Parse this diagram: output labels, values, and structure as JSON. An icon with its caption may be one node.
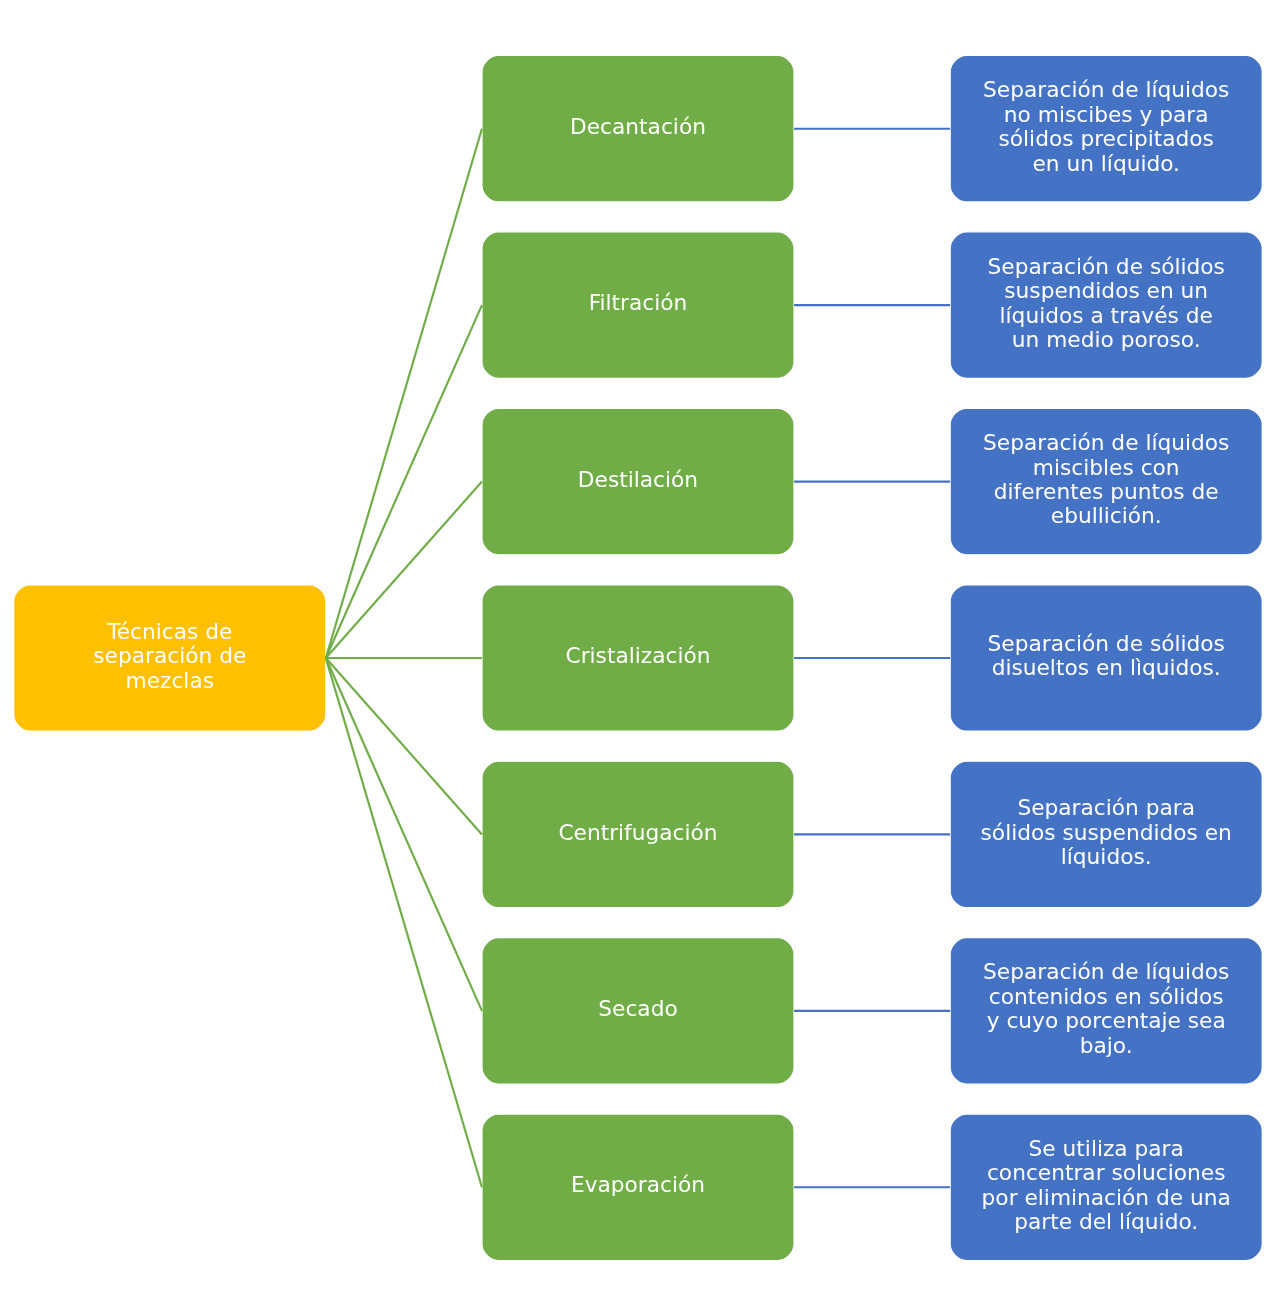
{
  "diagram": {
    "nodes": [
      {
        "text": [
          "Técnicas de separación de mezclas"
        ]
      },
      {
        "text": [
          "Decantación"
        ]
      },
      {
        "text": [
          "Filtración"
        ]
      },
      {
        "text": [
          "Destilación"
        ]
      },
      {
        "text": [
          "Cristalización"
        ]
      },
      {
        "text": [
          "Centrifugación"
        ]
      },
      {
        "text": [
          "Secado"
        ]
      },
      {
        "text": [
          "Evaporación"
        ]
      },
      {
        "text": [
          "Separación de líquidos no miscibes y para sólidos precipitados en un líquido."
        ]
      },
      {
        "text": [
          "Separación de sólidos suspendidos en un líquidos a través de un medio poroso."
        ]
      },
      {
        "text": [
          "Separación de líquidos miscibles con diferentes puntos de ebullición."
        ]
      },
      {
        "text": [
          "Separación de sólidos disueltos en lìquidos."
        ]
      },
      {
        "text": [
          "Separación para sólidos suspendidos en líquidos."
        ]
      },
      {
        "text": [
          "Separación de líquidos contenidos en sólidos y cuyo porcentaje sea bajo."
        ]
      },
      {
        "text": [
          "Se utiliza para concentrar soluciones por eliminación de una parte del líquido."
        ]
      }
    ],
    "edges": [
      {
        "from": 0,
        "to": 1,
        "arrow": "none",
        "color": "#70ad47"
      },
      {
        "from": 0,
        "to": 2,
        "arrow": "none",
        "color": "#70ad47"
      },
      {
        "from": 0,
        "to": 3,
        "arrow": "none",
        "color": "#70ad47"
      },
      {
        "from": 0,
        "to": 4,
        "arrow": "none",
        "color": "#70ad47"
      },
      {
        "from": 0,
        "to": 5,
        "arrow": "none",
        "color": "#70ad47"
      },
      {
        "from": 0,
        "to": 6,
        "arrow": "none",
        "color": "#70ad47"
      },
      {
        "from": 0,
        "to": 7,
        "arrow": "none",
        "color": "#70ad47"
      },
      {
        "from": 1,
        "to": 8,
        "arrow": "none",
        "color": "#4472c4"
      },
      {
        "from": 2,
        "to": 9,
        "arrow": "none",
        "color": "#4472c4"
      },
      {
        "from": 3,
        "to": 10,
        "arrow": "none",
        "color": "#4472c4"
      },
      {
        "from": 4,
        "to": 11,
        "arrow": "none",
        "color": "#4472c4"
      },
      {
        "from": 5,
        "to": 12,
        "arrow": "none",
        "color": "#4472c4"
      },
      {
        "from": 6,
        "to": 13,
        "arrow": "none",
        "color": "#4472c4"
      },
      {
        "from": 7,
        "to": 14,
        "arrow": "none",
        "color": "#4472c4"
      }
    ]
  }
}
